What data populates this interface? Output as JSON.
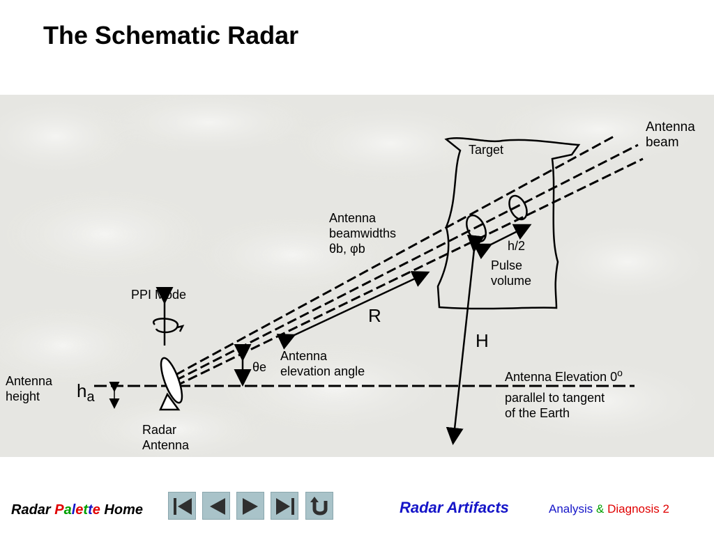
{
  "title": "The Schematic Radar",
  "diagram": {
    "labels": {
      "antenna_beam": [
        "Antenna",
        "beam"
      ],
      "target": "Target",
      "beamwidths": [
        "Antenna",
        "beamwidths",
        "θb, φb"
      ],
      "half_pulse": "h/2",
      "pulse_volume": [
        "Pulse",
        "volume"
      ],
      "ppi_mode": "PPI Mode",
      "range": "R",
      "height": "H",
      "elevation_symbol": "θe",
      "elevation_angle": [
        "Antenna",
        "elevation angle"
      ],
      "antenna_elevation_zero": "Antenna Elevation 0",
      "degree": "o",
      "parallel": [
        "parallel to tangent",
        "of the Earth"
      ],
      "antenna_height": [
        "Antenna",
        "height"
      ],
      "ha_h": "h",
      "ha_a": "a",
      "radar_antenna": [
        "Radar",
        "Antenna"
      ]
    }
  },
  "footer": {
    "home_prefix": "Radar ",
    "palette_letters": [
      {
        "ch": "P",
        "color": "#e00000"
      },
      {
        "ch": "a",
        "color": "#00a000"
      },
      {
        "ch": "l",
        "color": "#1515c8"
      },
      {
        "ch": "e",
        "color": "#e00000"
      },
      {
        "ch": "t",
        "color": "#00a000"
      },
      {
        "ch": "t",
        "color": "#1515c8"
      },
      {
        "ch": "e",
        "color": "#e00000"
      }
    ],
    "home_suffix": " Home",
    "nav_buttons": [
      "first",
      "previous",
      "next",
      "last",
      "return"
    ],
    "artifacts": "Radar Artifacts",
    "analysis": "Analysis",
    "amp": "&",
    "diagnosis": "Diagnosis",
    "page": "2",
    "colors": {
      "analysis": "#1515c8",
      "amp": "#00a000",
      "diagnosis": "#e00000",
      "page": "#e00000"
    }
  }
}
